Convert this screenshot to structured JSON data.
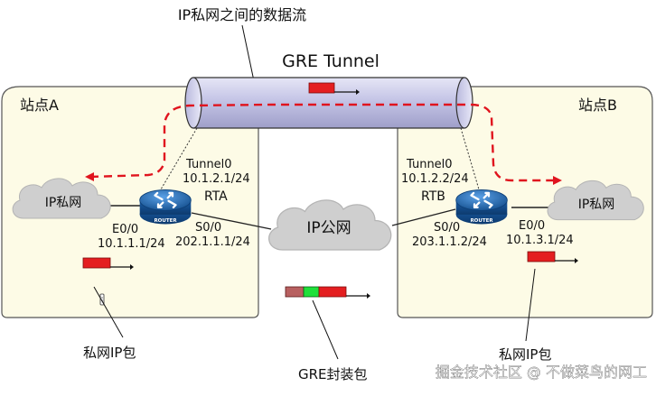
{
  "diagram": {
    "top_caption": "IP私网之间的数据流",
    "tunnel_title": "GRE Tunnel",
    "site_a": "站点A",
    "site_b": "站点B",
    "cloud_left": "IP私网",
    "cloud_right": "IP私网",
    "cloud_public": "IP公网",
    "rta": {
      "name": "RTA",
      "tunnel_if": "Tunnel0",
      "tunnel_ip": "10.1.2.1/24",
      "e_if": "E0/0",
      "e_ip": "10.1.1.1/24",
      "s_if": "S0/0",
      "s_ip": "202.1.1.1/24",
      "badge": "ROUTER"
    },
    "rtb": {
      "name": "RTB",
      "tunnel_if": "Tunnel0",
      "tunnel_ip": "10.1.2.2/24",
      "e_if": "E0/0",
      "e_ip": "10.1.3.1/24",
      "s_if": "S0/0",
      "s_ip": "203.1.1.2/24",
      "badge": "ROUTER"
    },
    "private_packet_left": "私网IP包",
    "private_packet_right": "私网IP包",
    "gre_packet": "GRE封装包",
    "watermark": "掘金技术社区 @ 不做菜鸟的网工",
    "colors": {
      "site_fill": "#fdfbe6",
      "tunnel_fill": "#c7c7e8",
      "dashed_flow": "#e0141e",
      "packet_red": "#e41e20",
      "packet_green": "#1fe03a",
      "packet_brown": "#b86060",
      "router_blue": "#1f66b3",
      "cloud_gray": "#cdcdcd"
    },
    "icons": [
      "router-icon",
      "cloud-icon",
      "packet-icon",
      "arrow-icon"
    ]
  }
}
